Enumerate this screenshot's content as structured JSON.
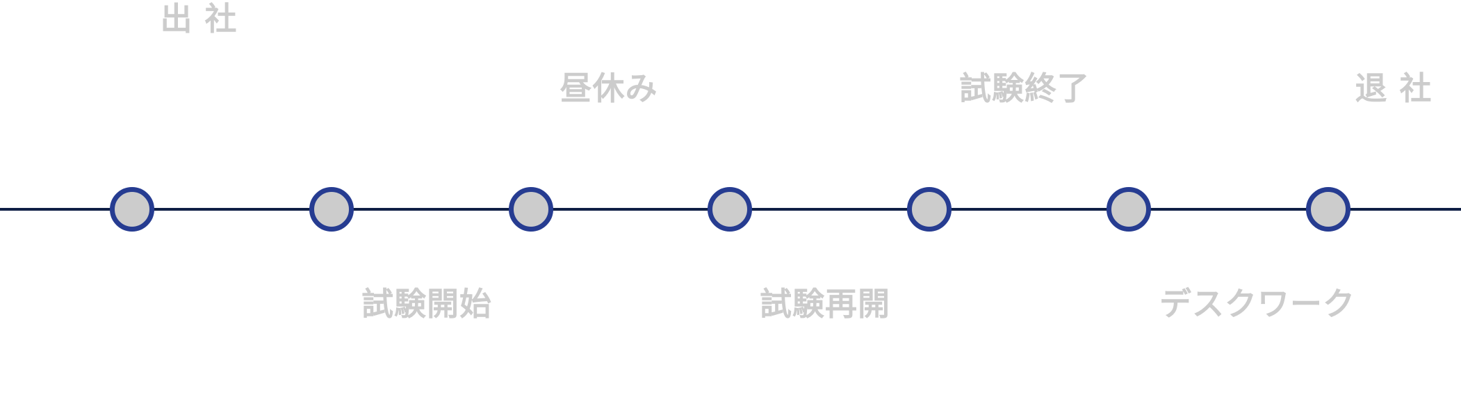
{
  "colors": {
    "line": "#0f1f46",
    "node_border": "#263c91",
    "node_fill": "#cccccc",
    "label": "#cccccc",
    "background": "#ffffff"
  },
  "timeline": {
    "events": [
      {
        "label": "出 社",
        "position": "above-high"
      },
      {
        "label": "試験開始",
        "position": "below"
      },
      {
        "label": "昼休み",
        "position": "above"
      },
      {
        "label": "試験再開",
        "position": "below"
      },
      {
        "label": "試験終了",
        "position": "above"
      },
      {
        "label": "デスクワーク",
        "position": "below"
      },
      {
        "label": "退 社",
        "position": "above"
      }
    ]
  }
}
